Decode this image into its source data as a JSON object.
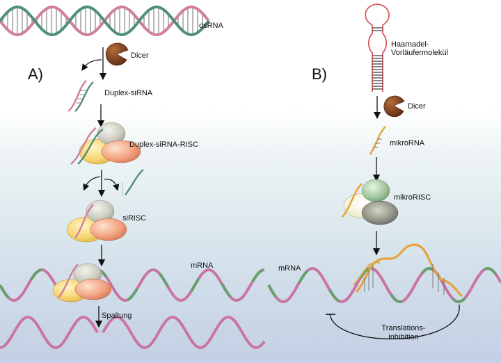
{
  "panel_a": {
    "letter": "A)",
    "dsrna": "dsRNA",
    "dicer": "Dicer",
    "duplex_sirna": "Duplex-siRNA",
    "duplex_risc": "Duplex-siRNA-RISC",
    "sirisc": "siRISC",
    "mrna": "mRNA",
    "spaltung": "Spaltung"
  },
  "panel_b": {
    "letter": "B)",
    "precursor_line1": "Haarnadel-",
    "precursor_line2": "Vorläufermolekül",
    "dicer": "Dicer",
    "mikrorna": "mikroRNA",
    "mikrorisc": "mikroRISC",
    "mrna": "mRNA",
    "inhibition_line1": "Translations-",
    "inhibition_line2": "inhibition"
  }
}
